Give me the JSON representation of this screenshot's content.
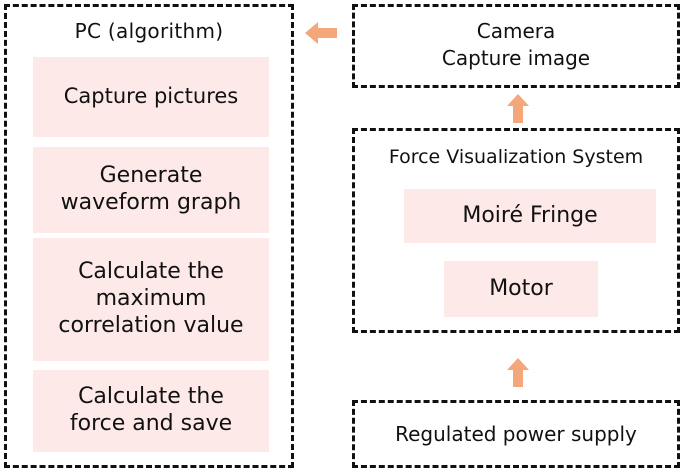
{
  "colors": {
    "border": "#111111",
    "step_fill": "#fce9e8",
    "arrow": "#f4a77b"
  },
  "pc": {
    "title": "PC  (algorithm)",
    "steps": [
      {
        "lines": [
          "Capture pictures"
        ]
      },
      {
        "lines": [
          "Generate",
          "waveform graph"
        ]
      },
      {
        "lines": [
          "Calculate the",
          "maximum",
          "correlation value"
        ]
      },
      {
        "lines": [
          "Calculate the",
          "force and save"
        ]
      }
    ]
  },
  "camera": {
    "lines": [
      "Camera",
      "Capture image"
    ]
  },
  "force_system": {
    "title": "Force Visualization System",
    "items": [
      "Moiré Fringe",
      "Motor"
    ]
  },
  "power": {
    "label": "Regulated power supply"
  }
}
